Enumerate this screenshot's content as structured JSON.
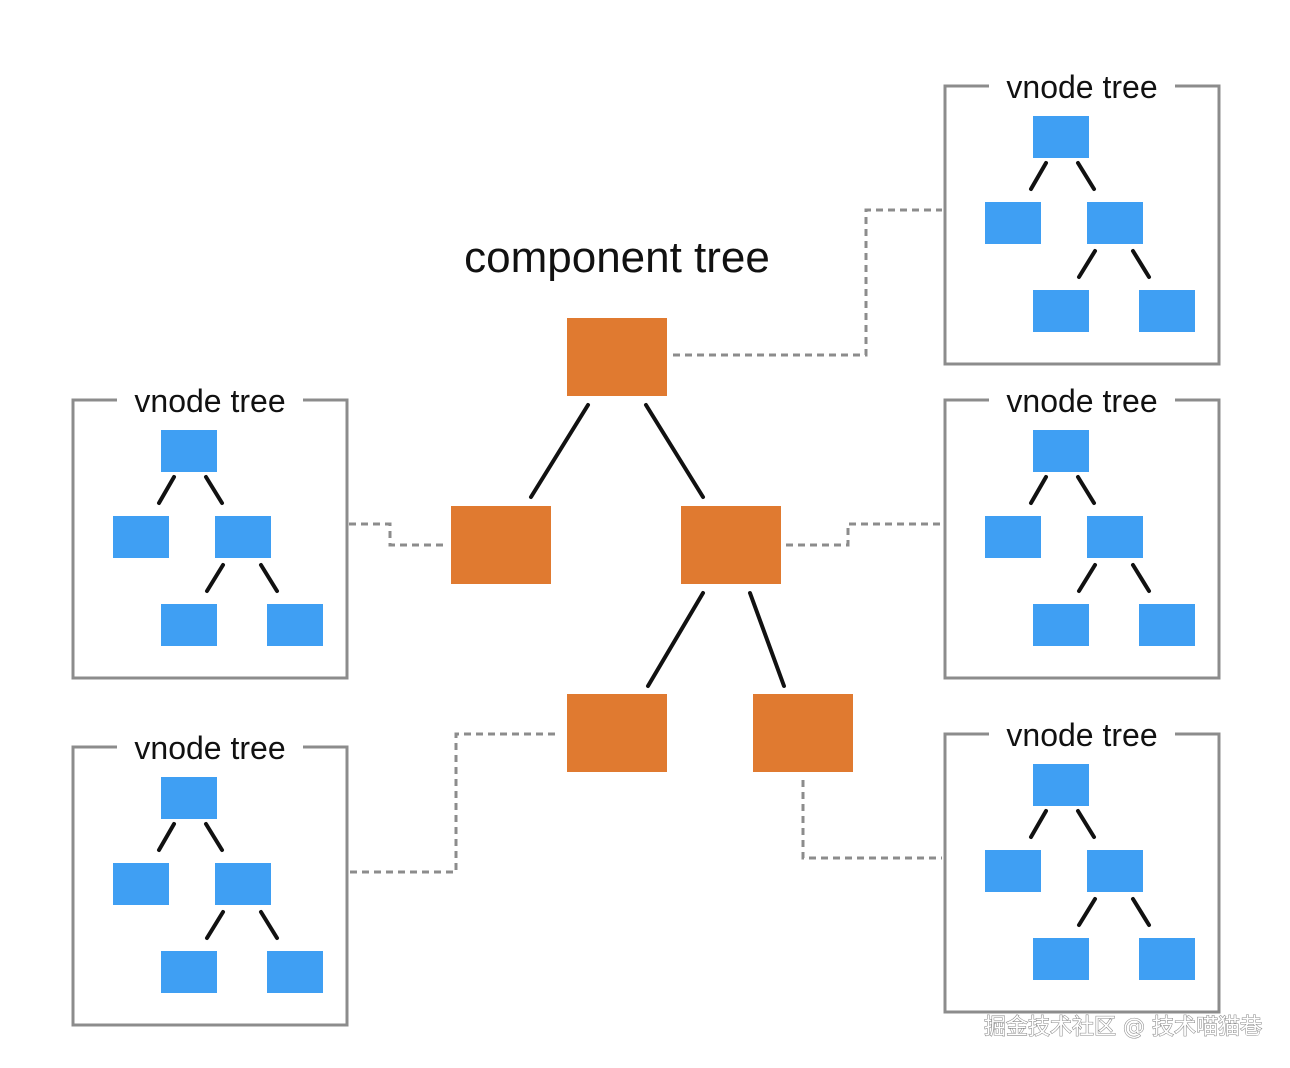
{
  "title": "component tree",
  "vnode_tree_label": "vnode tree",
  "vnode_trees": [
    {
      "id": "vnode-tree-left-upper",
      "label": "vnode tree",
      "linked_component": "component-node-left"
    },
    {
      "id": "vnode-tree-left-lower",
      "label": "vnode tree",
      "linked_component": "component-node-grandchild-left"
    },
    {
      "id": "vnode-tree-right-top",
      "label": "vnode tree",
      "linked_component": "component-node-root"
    },
    {
      "id": "vnode-tree-right-middle",
      "label": "vnode tree",
      "linked_component": "component-node-right"
    },
    {
      "id": "vnode-tree-right-bottom",
      "label": "vnode tree",
      "linked_component": "component-node-grandchild-right"
    }
  ],
  "component_nodes": [
    {
      "id": "component-node-root",
      "parent": null
    },
    {
      "id": "component-node-left",
      "parent": "component-node-root"
    },
    {
      "id": "component-node-right",
      "parent": "component-node-root"
    },
    {
      "id": "component-node-grandchild-left",
      "parent": "component-node-right"
    },
    {
      "id": "component-node-grandchild-right",
      "parent": "component-node-right"
    }
  ],
  "colors": {
    "component": "#E07A30",
    "vnode": "#3F9FF3",
    "frame": "#8c8c8c",
    "edge": "#111111",
    "connector": "#8c8c8c"
  },
  "watermark": "掘金技术社区 @ 技术喵猫巷"
}
